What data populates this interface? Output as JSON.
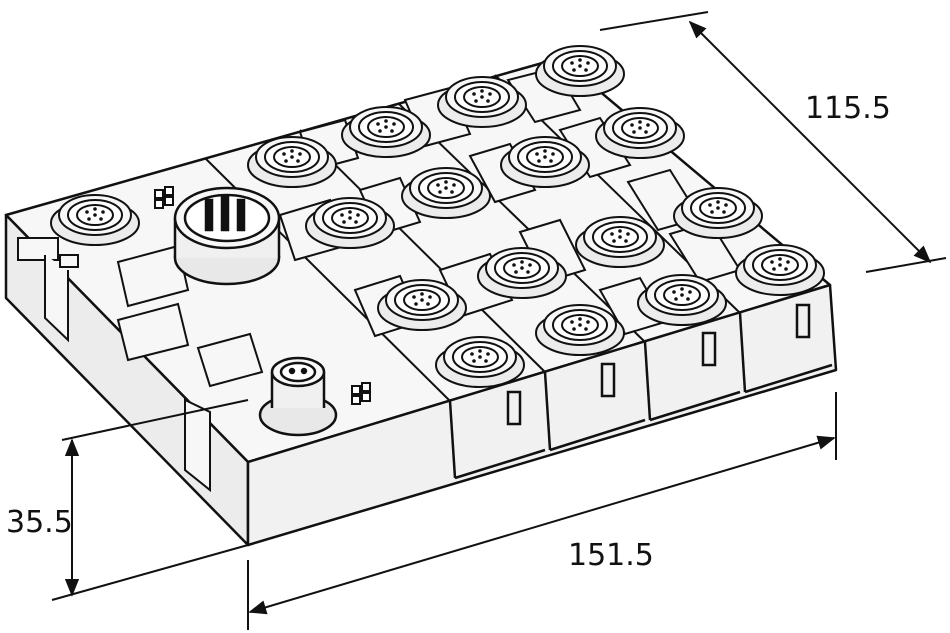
{
  "dimensions": {
    "depth": "115.5",
    "height": "35.5",
    "width": "151.5"
  },
  "colors": {
    "line": "#111111",
    "face_light": "#f2f2f2",
    "face_mid": "#e6e6e6",
    "background": "#ffffff"
  },
  "parts": {
    "small_connector_icon": "m12-socket-icon",
    "large_connector_icon": "7-pin-power-connector-icon",
    "m8_connector_icon": "m8-connector-icon",
    "led_icon": "status-led-icon"
  }
}
